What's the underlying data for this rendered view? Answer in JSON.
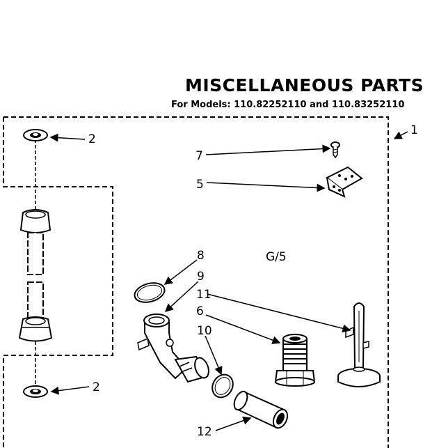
{
  "header": {
    "title": "MISCELLANEOUS PARTS",
    "subtitle": "For Models: 110.82252110 and 110.83252110"
  },
  "figure": {
    "code": "G/5",
    "callouts": {
      "assembly": "1",
      "washer_top": "2",
      "washer_bottom": "2",
      "bracket": "5",
      "fitting": "6",
      "screw": "7",
      "clamp_upper": "8",
      "hose": "9",
      "clamp_lower": "10",
      "tool": "11",
      "coupling": "12"
    }
  }
}
